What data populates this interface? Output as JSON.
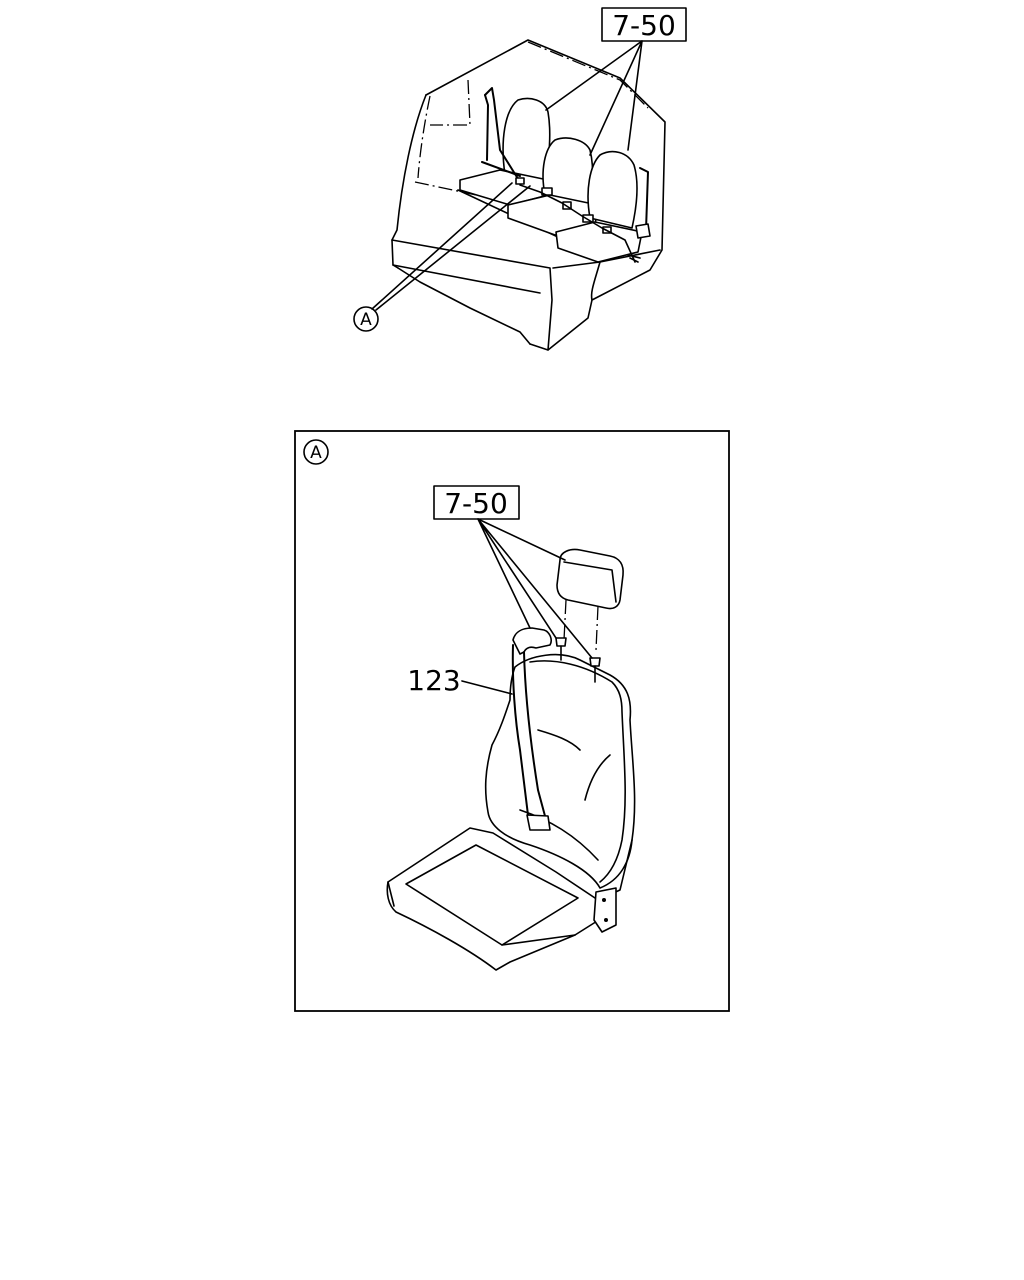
{
  "overview": {
    "ref_label": "7-50",
    "callout": "A"
  },
  "detail": {
    "callout": "A",
    "ref_label": "7-50",
    "part_number": "123"
  }
}
